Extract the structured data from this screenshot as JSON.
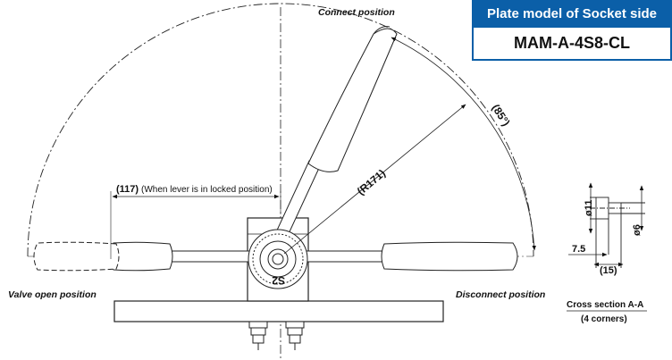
{
  "header": {
    "plate_title": "Plate model of Socket side",
    "model": "MAM-A-4S8-CL"
  },
  "positions": {
    "connect": "Connect position",
    "valve_open": "Valve open position",
    "disconnect": "Disconnect position"
  },
  "dimensions": {
    "radius": "(R171)",
    "angle": "(85°)",
    "lever_length_value": "(117)",
    "lever_length_note": "(When lever is in locked position)"
  },
  "cross_section": {
    "diameter_large": "ø11",
    "diameter_small": "ø6",
    "length_a": "7.5",
    "length_b": "(15)",
    "title": "Cross section A-A",
    "subtitle": "(4 corners)"
  },
  "handle": {
    "marking": "S2"
  }
}
